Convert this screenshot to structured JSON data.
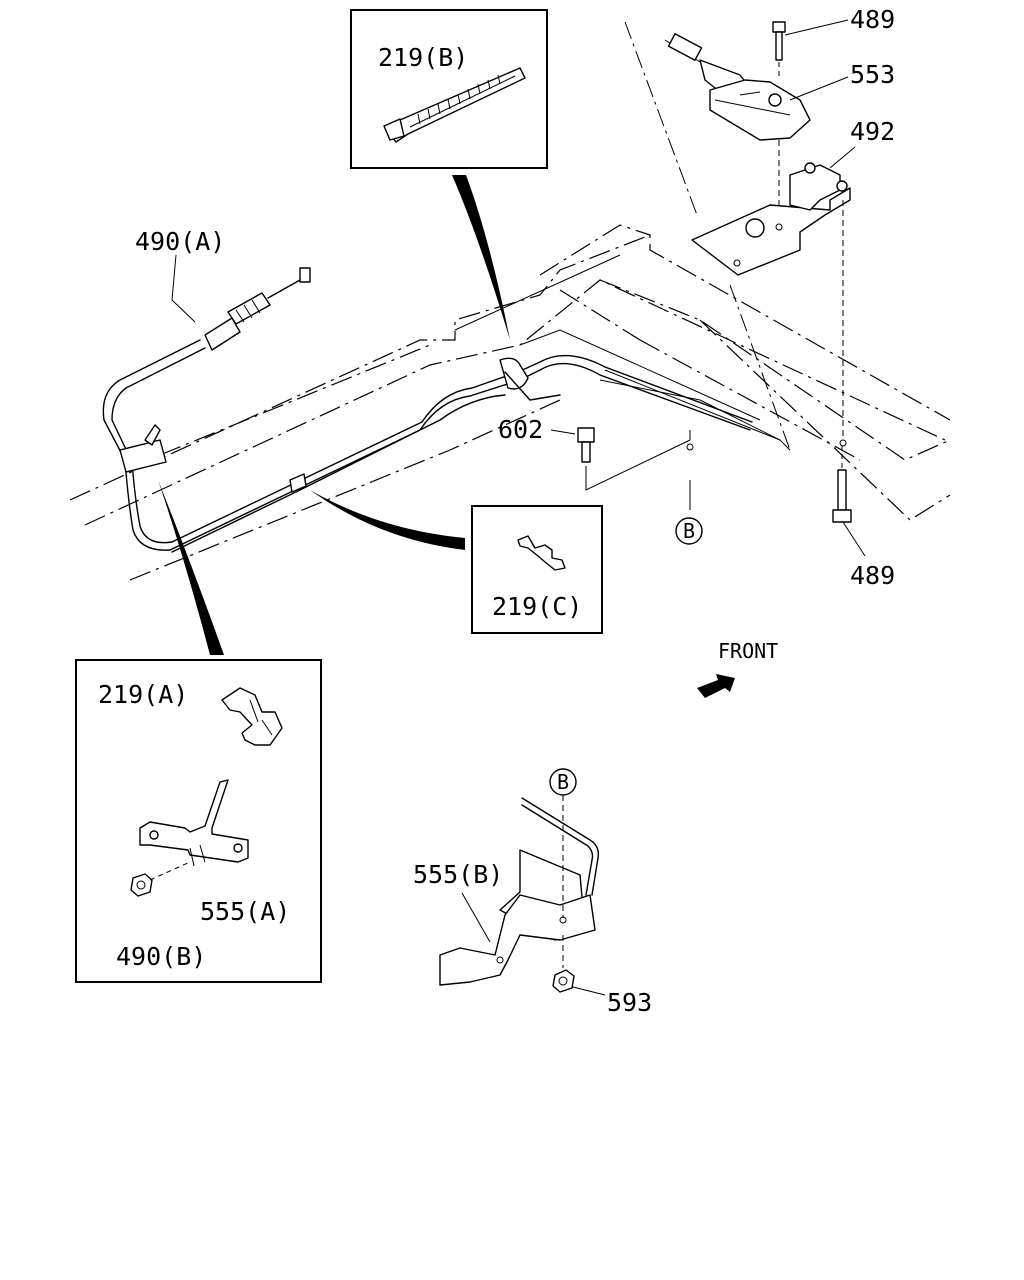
{
  "labels": {
    "bolt_top": "489",
    "bolt_bottom": "489",
    "lever": "553",
    "lever_bracket": "492",
    "nut_a": "490(A)",
    "tie_b": "219(B)",
    "clip_c": "219(C)",
    "bolt_602": "602",
    "callout_b_main": "B",
    "callout_b_detail": "B",
    "clip_a": "219(A)",
    "bracket_a": "555(A)",
    "nut_b": "490(B)",
    "bracket_b": "555(B)",
    "nut_593": "593",
    "front": "FRONT"
  },
  "icons": {
    "front_arrow": "arrow-icon"
  }
}
